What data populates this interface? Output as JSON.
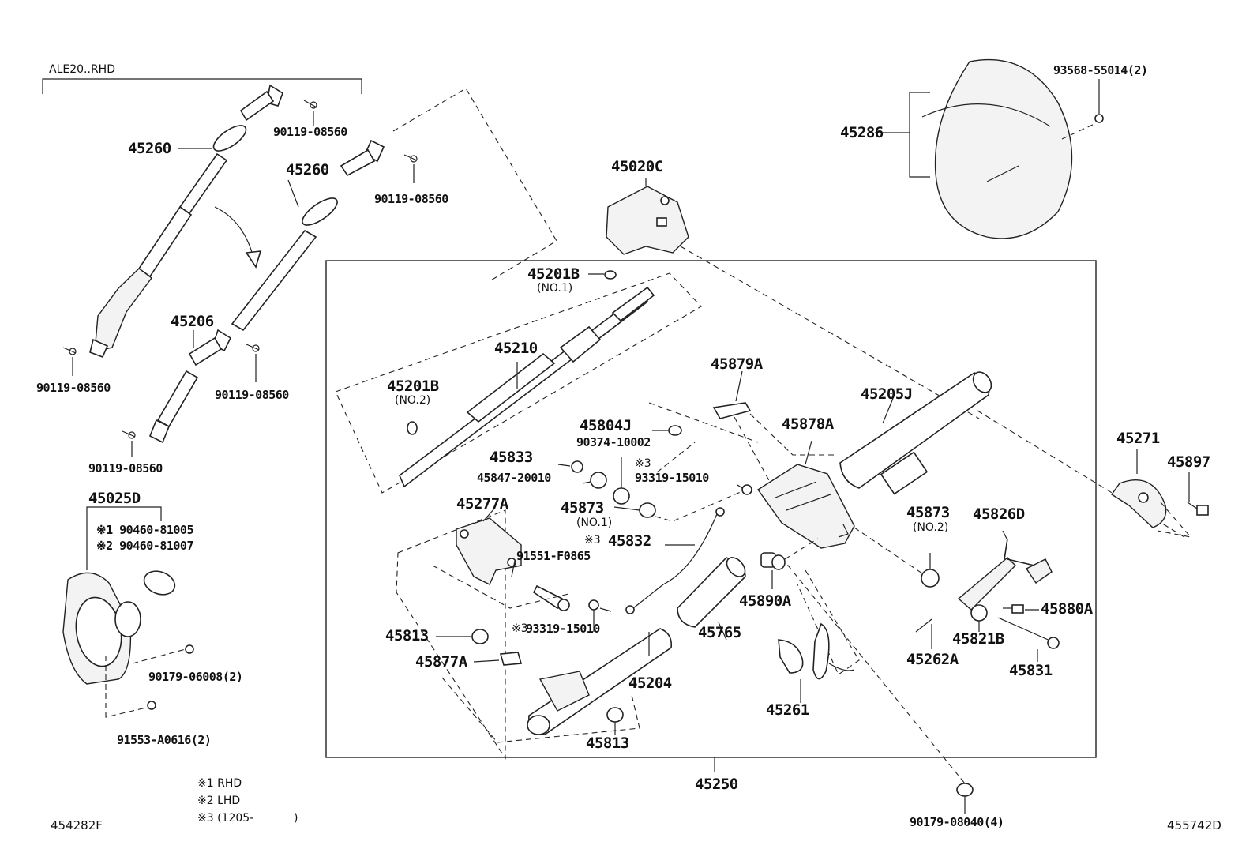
{
  "variant_header": "ALE20..RHD",
  "parts": {
    "p45260_a": "45260",
    "p45260_b": "45260",
    "p45206": "45206",
    "b90119_1": "90119-08560",
    "b90119_2": "90119-08560",
    "b90119_3": "90119-08560",
    "b90119_4": "90119-08560",
    "b90119_5": "90119-08560",
    "p45025D": "45025D",
    "c1": "※1 90460-81005",
    "c2": "※2 90460-81007",
    "b90179_06008": "90179-06008(2)",
    "b91553": "91553-A0616(2)",
    "p45020C": "45020C",
    "p45286": "45286",
    "b93568": "93568-55014(2)",
    "p45201B_1": "45201B",
    "p45201B_1_sub": "(NO.1)",
    "p45210": "45210",
    "p45201B_2": "45201B",
    "p45201B_2_sub": "(NO.2)",
    "p45879A": "45879A",
    "p45205J": "45205J",
    "p45804J": "45804J",
    "b90374": "90374-10002",
    "p45833": "45833",
    "b45847": "45847-20010",
    "p45878A": "45878A",
    "n93319_a_mark": "※3",
    "n93319_a": "93319-15010",
    "p45277A": "45277A",
    "p45873_1": "45873",
    "p45873_1_sub": "(NO.1)",
    "p45832_mark": "※3",
    "p45832": "45832",
    "b91551": "91551-F0865",
    "p45890A": "45890A",
    "p45873_2": "45873",
    "p45873_2_sub": "(NO.2)",
    "p45826D": "45826D",
    "p45813_a": "45813",
    "n93319_b_mark": "※3",
    "n93319_b": "93319-15010",
    "p45765": "45765",
    "p45877A": "45877A",
    "p45204": "45204",
    "p45813_b": "45813",
    "p45261": "45261",
    "p45880A": "45880A",
    "p45821B": "45821B",
    "p45262A": "45262A",
    "p45831": "45831",
    "p45271": "45271",
    "p45897": "45897",
    "p45250": "45250",
    "b90179_08040": "90179-08040(4)"
  },
  "notes": {
    "n1": "※1 RHD",
    "n2": "※2 LHD",
    "n3": "※3 (1205-",
    "n3_close": ")"
  },
  "refs": {
    "left": "454282F",
    "right": "455742D"
  }
}
